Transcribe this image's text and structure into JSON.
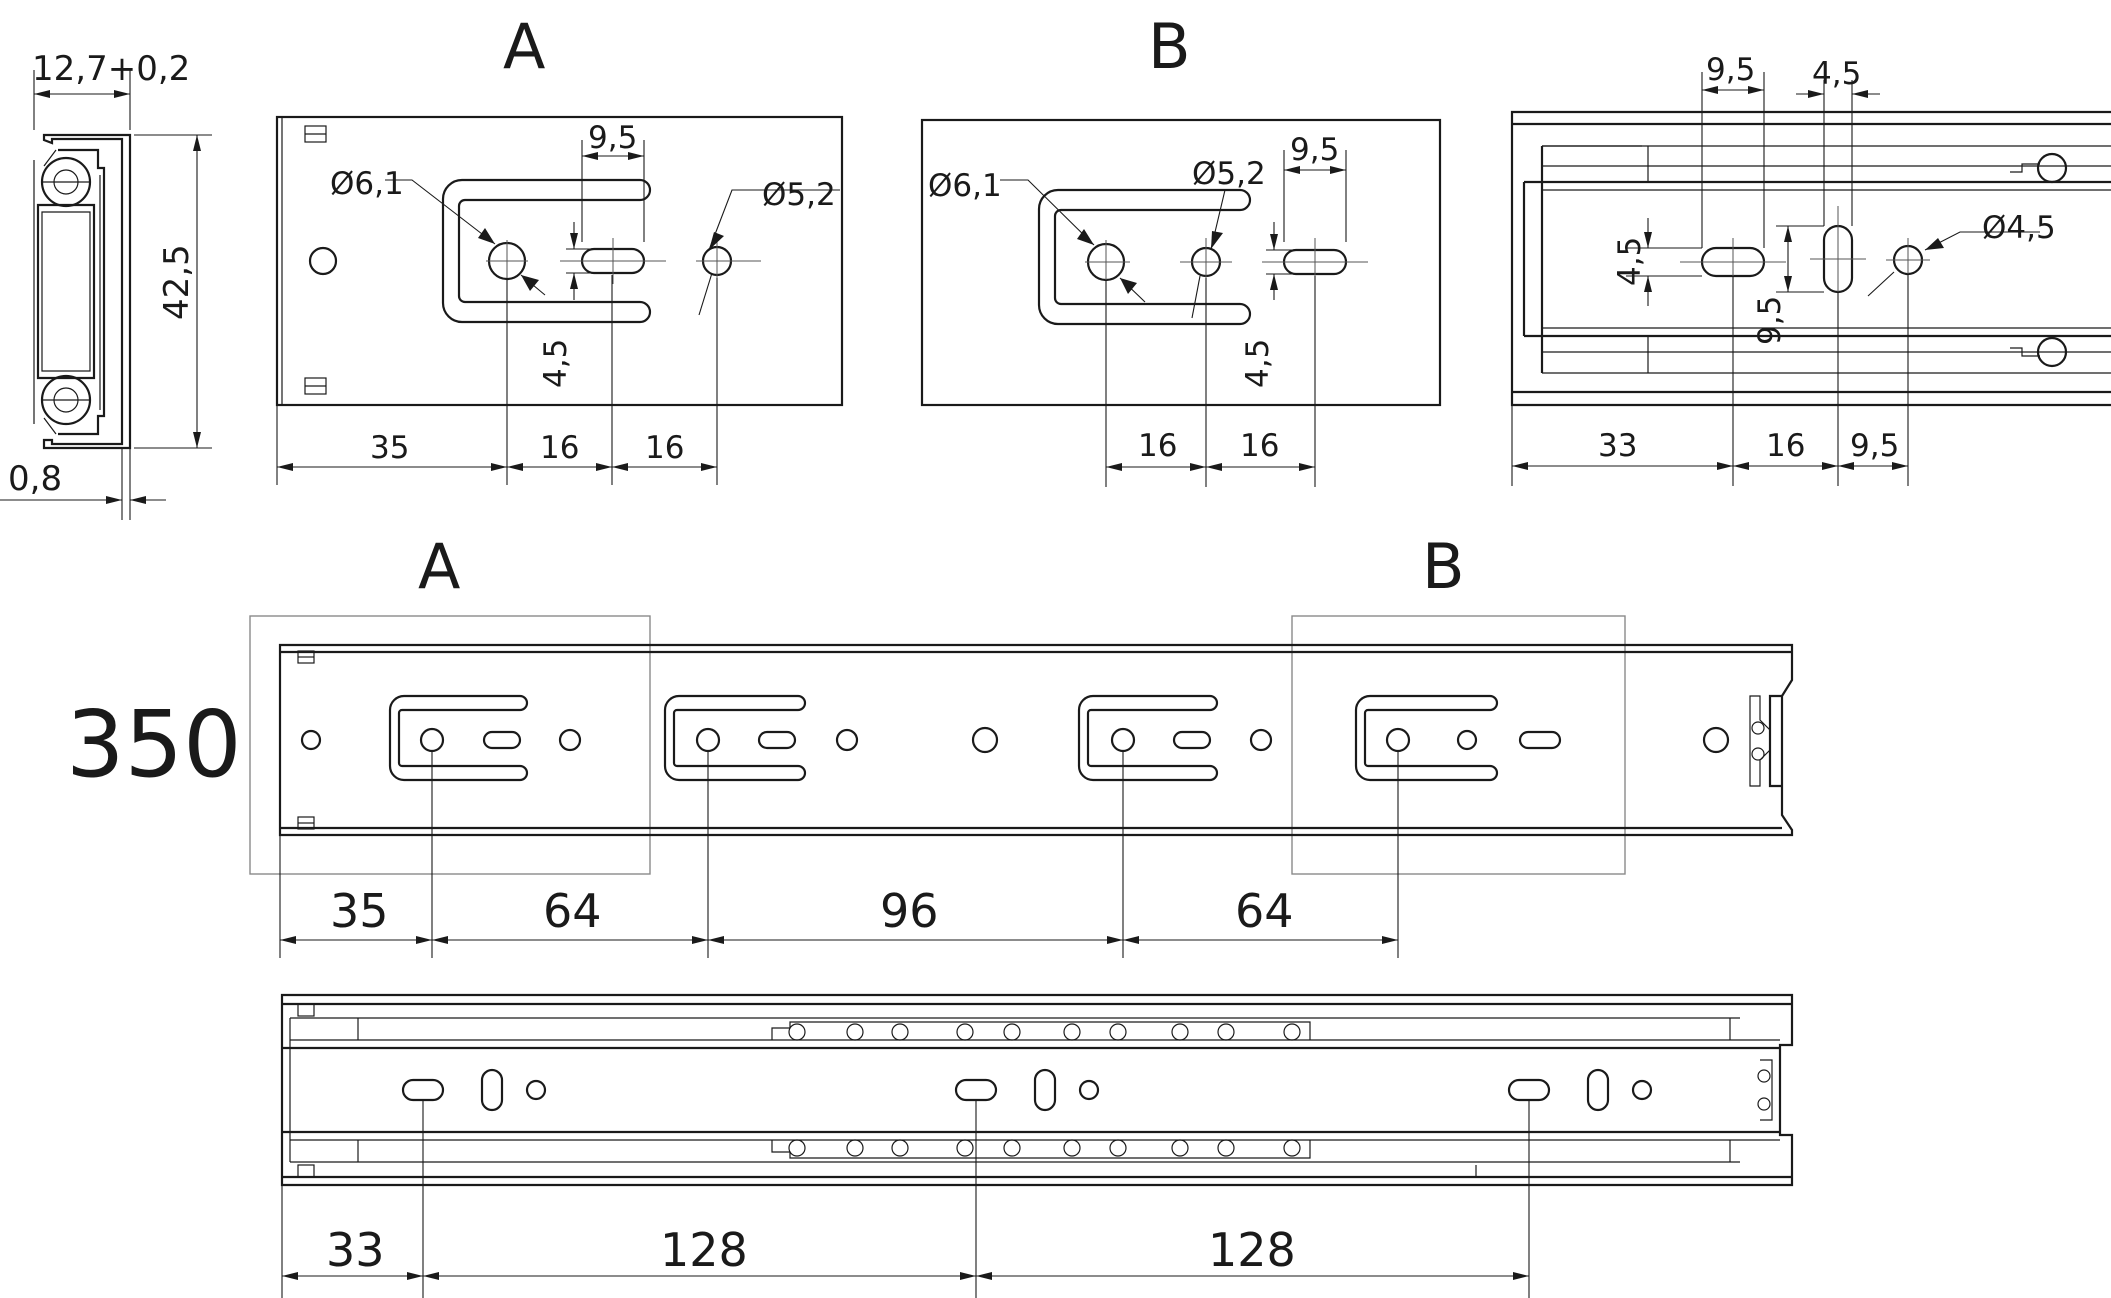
{
  "views": {
    "detail_a_title": "A",
    "detail_b_title": "B",
    "main_a_label": "A",
    "main_b_label": "B",
    "slide_length": "350"
  },
  "profile": {
    "width": "12,7+0,2",
    "height": "42,5",
    "thickness": "0,8"
  },
  "detail_a": {
    "hole_large": "Ø6,1",
    "hole_small": "Ø5,2",
    "slot_width": "9,5",
    "slot_height": "4,5",
    "dims": [
      "35",
      "16",
      "16"
    ]
  },
  "detail_b": {
    "hole_large": "Ø6,1",
    "hole_small": "Ø5,2",
    "slot_width": "9,5",
    "slot_height": "4,5",
    "dims": [
      "16",
      "16"
    ]
  },
  "detail_rail": {
    "hole": "Ø4,5",
    "slot_h_width": "9,5",
    "slot_v_width": "4,5",
    "slot_h_height": "4,5",
    "slot_v_height": "9,5",
    "dims": [
      "33",
      "16",
      "9,5"
    ]
  },
  "drawer_member": {
    "dims": [
      "35",
      "64",
      "96",
      "64"
    ]
  },
  "cabinet_member": {
    "dims": [
      "33",
      "128",
      "128"
    ]
  }
}
